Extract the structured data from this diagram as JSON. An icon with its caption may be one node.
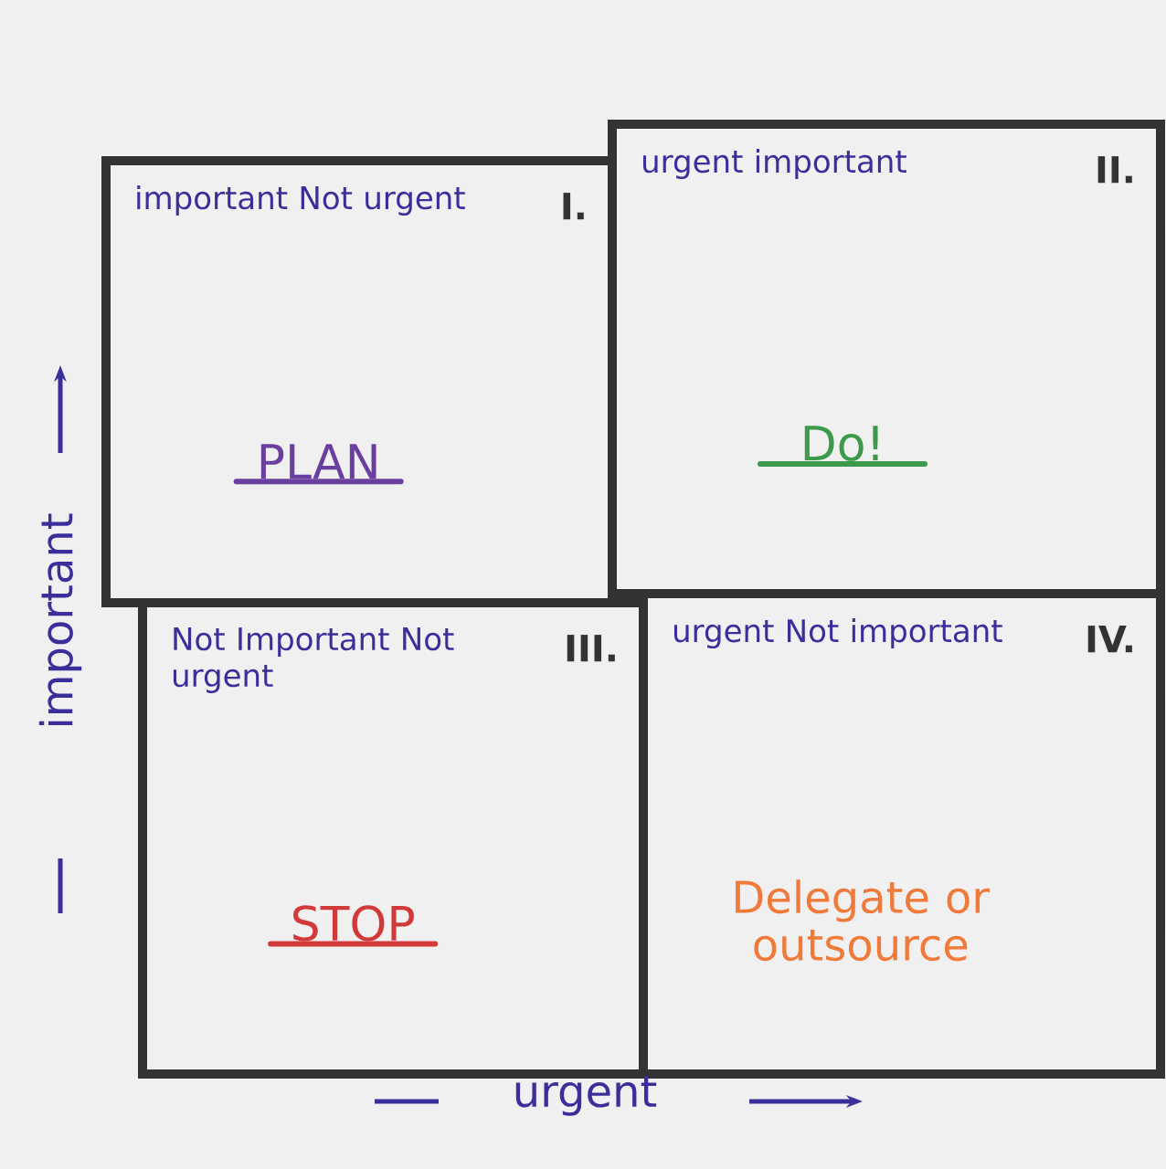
{
  "diagram": {
    "nodes": [
      {
        "text": [
          "important Not urgent",
          "I.",
          "PLAN"
        ]
      },
      {
        "text": [
          "urgent important",
          "II.",
          "Do!"
        ]
      },
      {
        "text": [
          "Not Important Not urgent",
          "III.",
          "STOP"
        ]
      },
      {
        "text": [
          "urgent Not important",
          "IV.",
          "Delegate or outsource"
        ]
      }
    ],
    "labels": [
      "important",
      "urgent"
    ]
  }
}
